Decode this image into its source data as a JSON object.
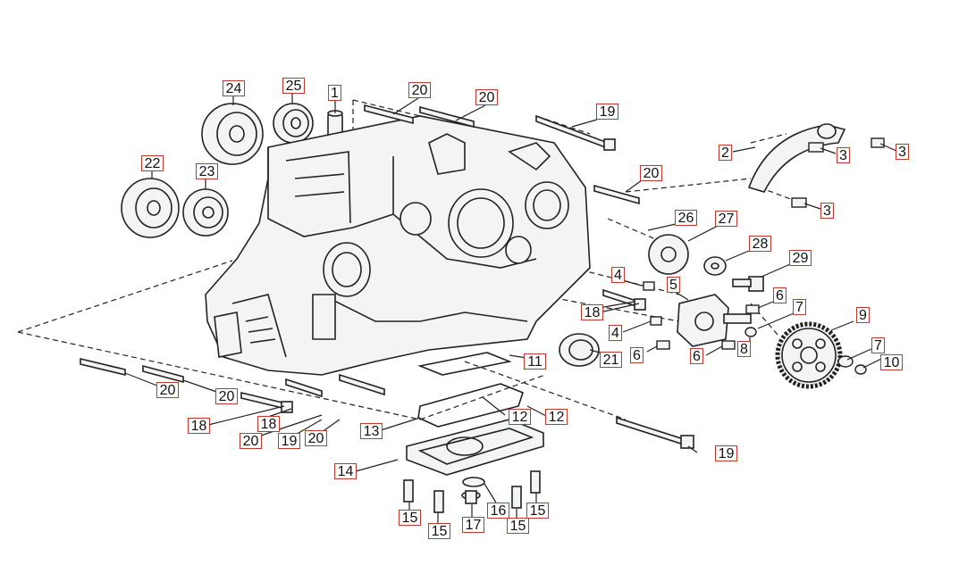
{
  "parts": [
    "1",
    "2",
    "3",
    "3",
    "3",
    "4",
    "4",
    "5",
    "6",
    "6",
    "6",
    "7",
    "7",
    "8",
    "9",
    "10",
    "11",
    "12",
    "12",
    "13",
    "14",
    "15",
    "15",
    "15",
    "15",
    "16",
    "17",
    "18",
    "18",
    "18",
    "19",
    "19",
    "19",
    "20",
    "20",
    "20",
    "20",
    "20",
    "20",
    "20",
    "21",
    "22",
    "23",
    "24",
    "25",
    "26",
    "27",
    "28",
    "29"
  ],
  "colors": {
    "callout_border": "#c0392b",
    "line": "#222222",
    "fill": "#f4f4f4"
  }
}
